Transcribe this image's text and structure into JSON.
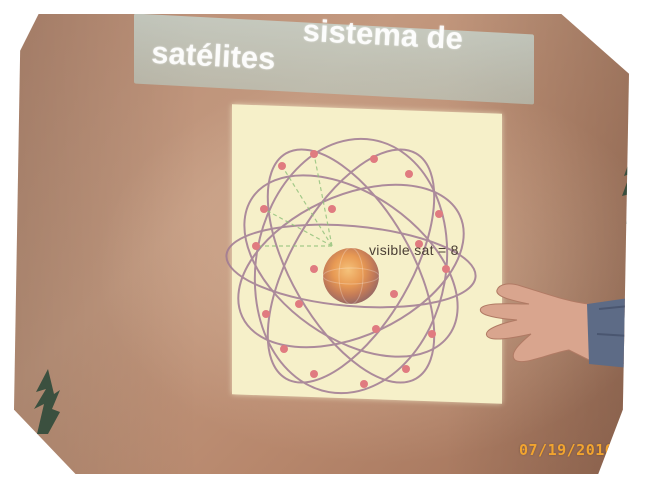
{
  "slide": {
    "title_line1": "sistema de",
    "title_line2": "satélites",
    "diagram_label": "visible sat = 8"
  },
  "photo": {
    "date_stamp": "07/19/2010"
  },
  "colors": {
    "wall": "#c3997f",
    "slide_background": "#f6f0c9",
    "orbit": "#a07a94",
    "satellite": "#e07b80",
    "date_stamp": "#f2a42f"
  }
}
